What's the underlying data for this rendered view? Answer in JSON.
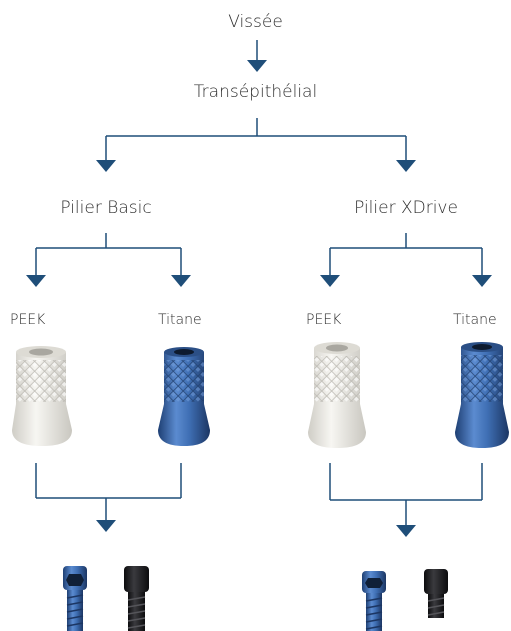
{
  "root": {
    "label": "Vissée"
  },
  "level1": {
    "label": "Transépithélial"
  },
  "branches": [
    {
      "label": "Pilier Basic",
      "options": [
        {
          "label": "PEEK"
        },
        {
          "label": "Titane"
        }
      ]
    },
    {
      "label": "Pilier XDrive",
      "options": [
        {
          "label": "PEEK"
        },
        {
          "label": "Titane"
        }
      ]
    }
  ],
  "colors": {
    "line": "#1f4e79",
    "titanium_blue": "#3f6fb4",
    "peek_white": "#ecebe6",
    "screw_black": "#1b1b1d"
  },
  "icons": [
    "peek-abutment-image",
    "titanium-abutment-image",
    "blue-screw-image",
    "black-screw-image"
  ]
}
